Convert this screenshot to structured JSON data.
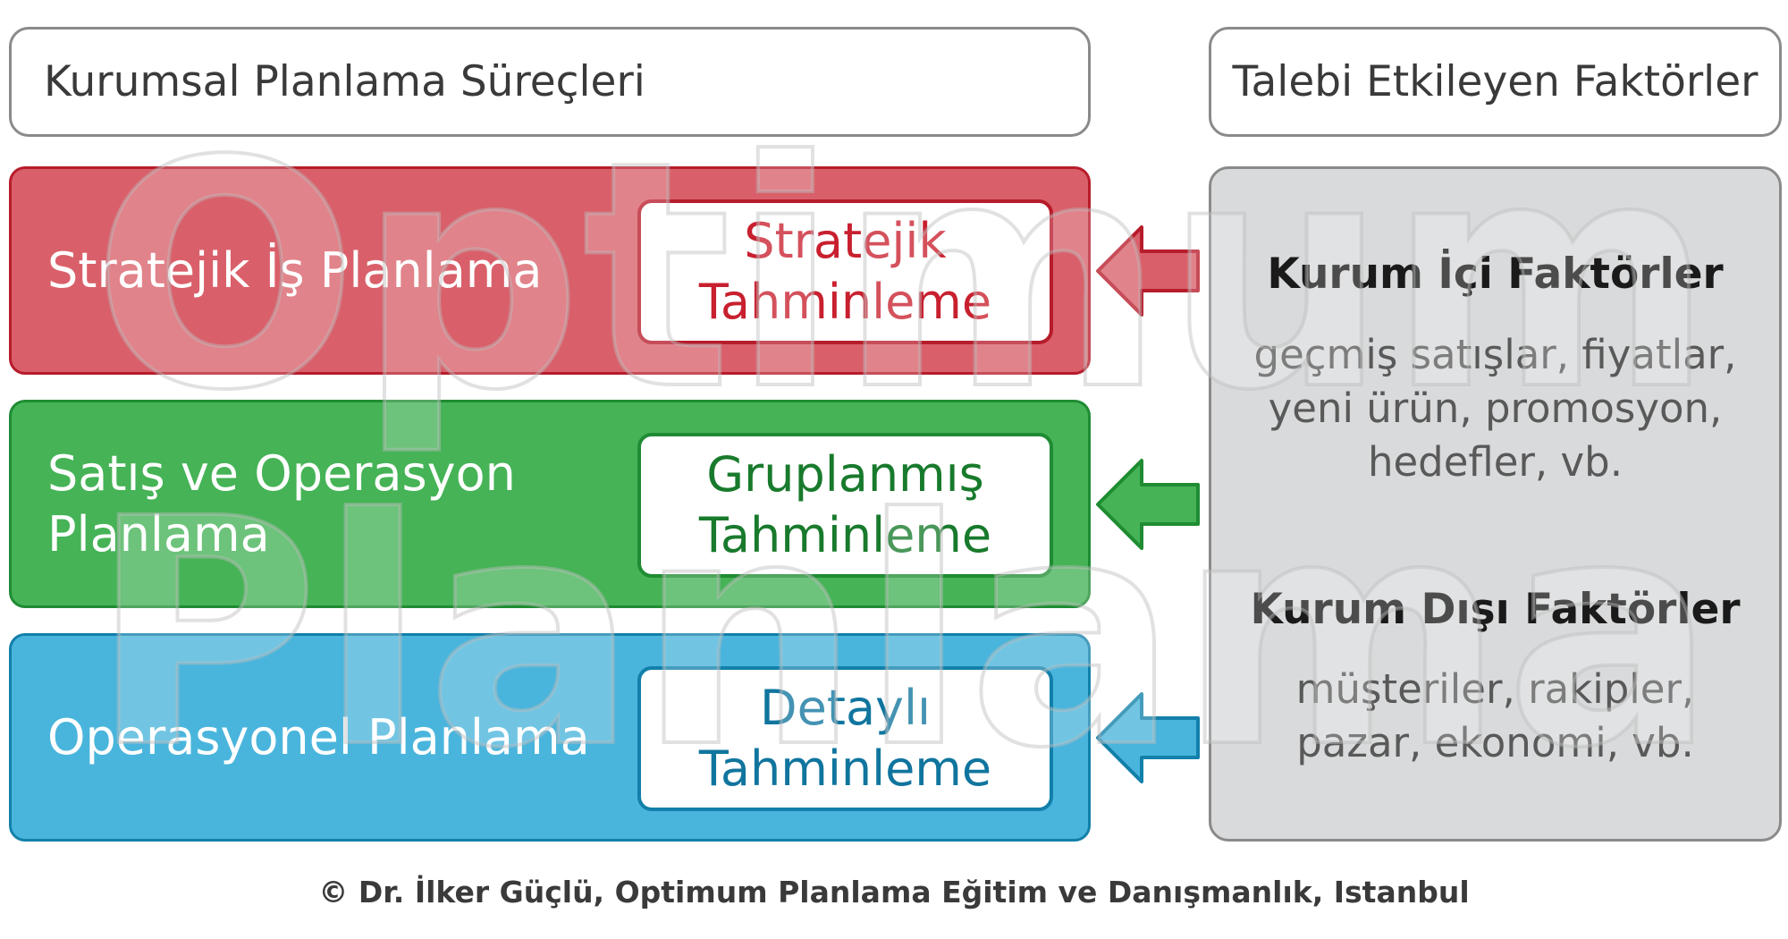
{
  "header": {
    "left_title": "Kurumsal Planlama Süreçleri",
    "right_title": "Talebi Etkileyen Faktörler"
  },
  "levels": [
    {
      "label_lines": [
        "Stratejik İş Planlama"
      ],
      "forecast_lines": [
        "Stratejik",
        "Tahminleme"
      ]
    },
    {
      "label_lines": [
        "Satış ve Operasyon",
        "Planlama"
      ],
      "forecast_lines": [
        "Gruplanmış",
        "Tahminleme"
      ]
    },
    {
      "label_lines": [
        "Operasyonel Planlama"
      ],
      "forecast_lines": [
        "Detaylı",
        "Tahminleme"
      ]
    }
  ],
  "factors": {
    "internal": {
      "title": "Kurum İçi Faktörler",
      "desc_lines": [
        "geçmiş satışlar, fiyatlar,",
        "yeni ürün, promosyon,",
        "hedefler, vb."
      ]
    },
    "external": {
      "title": "Kurum Dışı Faktörler",
      "desc_lines": [
        "müşteriler, rakipler,",
        "pazar, ekonomi, vb."
      ]
    }
  },
  "watermark": {
    "lines": [
      "Optimum",
      "Planlama"
    ]
  },
  "footer": {
    "copyright": "© Dr. İlker Güçlü, Optimum Planlama Eğitim ve Danışmanlık, Istanbul"
  },
  "colors": {
    "strategic": "#d9606a",
    "sop": "#45b356",
    "operational": "#4ab5dc",
    "factors_panel": "#d9dadb"
  }
}
